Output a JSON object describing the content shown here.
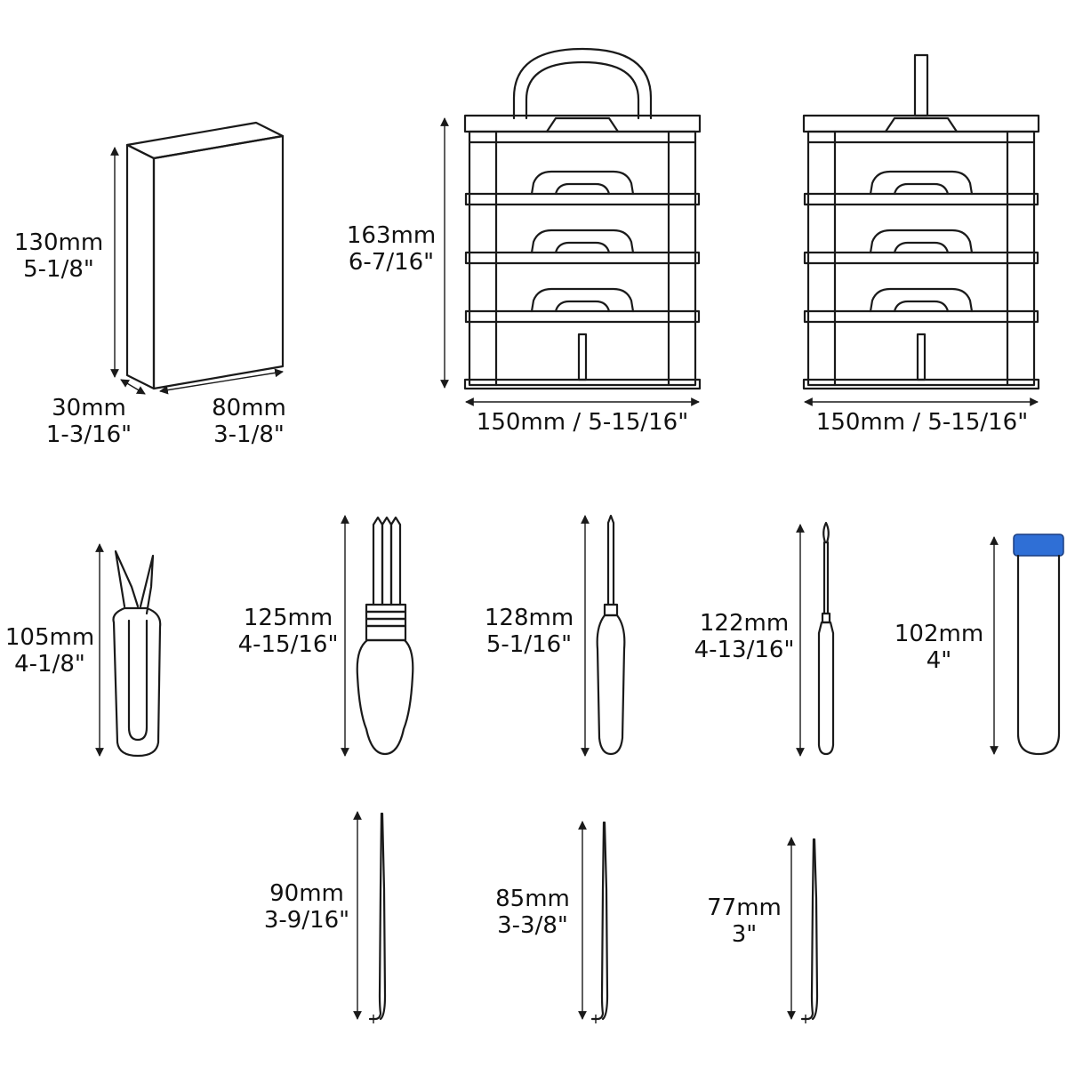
{
  "colors": {
    "line": "#1a1a1a",
    "cap_blue": "#2f6fd6",
    "background": "#ffffff"
  },
  "items": {
    "box": {
      "height": [
        "130mm",
        "5-1/8\""
      ],
      "depth": [
        "30mm",
        "1-3/16\""
      ],
      "width": [
        "80mm",
        "3-1/8\""
      ]
    },
    "drawer_case_handle": {
      "height": [
        "163mm",
        "6-7/16\""
      ],
      "width": "150mm / 5-15/16\""
    },
    "drawer_case_plain": {
      "width": "150mm / 5-15/16\""
    },
    "scissors": [
      "105mm",
      "4-1/8\""
    ],
    "multi_needle_tool": [
      "125mm",
      "4-15/16\""
    ],
    "single_needle_tool": [
      "128mm",
      "5-1/16\""
    ],
    "thin_needle_tool": [
      "122mm",
      "4-13/16\""
    ],
    "storage_tube": [
      "102mm",
      "4\""
    ],
    "needle_large": [
      "90mm",
      "3-9/16\""
    ],
    "needle_medium": [
      "85mm",
      "3-3/8\""
    ],
    "needle_small": [
      "77mm",
      "3\""
    ]
  }
}
